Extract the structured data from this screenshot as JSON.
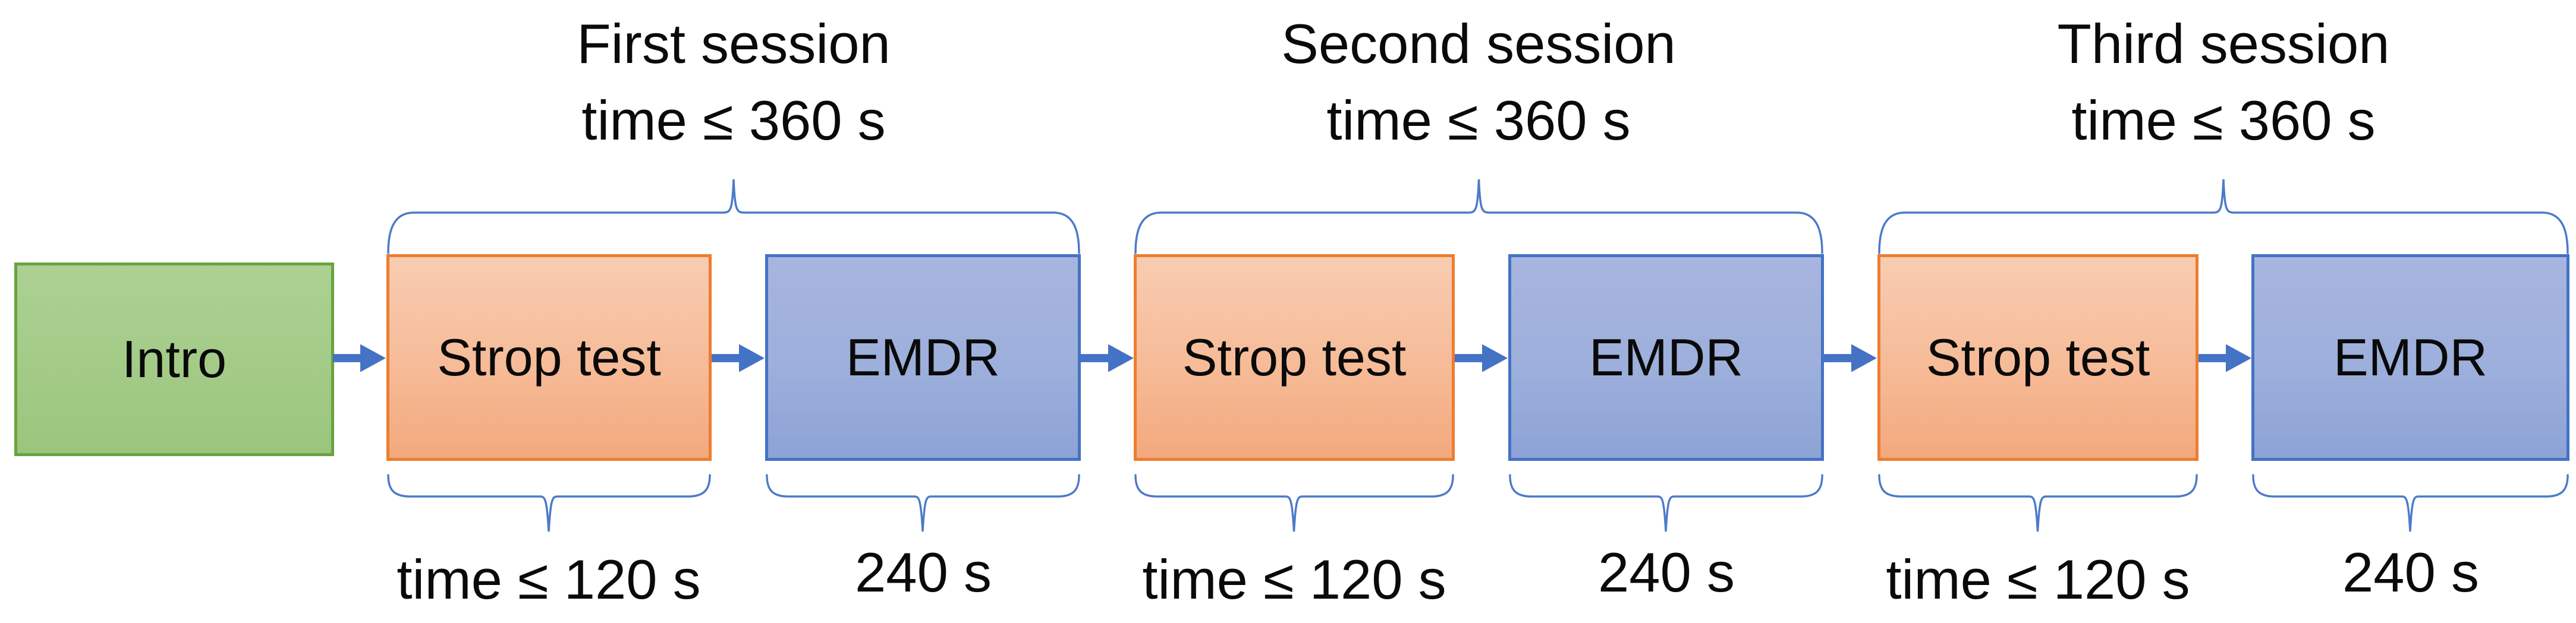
{
  "diagram": {
    "intro_label": "Intro",
    "sessions": [
      {
        "title": "First session",
        "subtitle": "time ≤ 360 s",
        "stroop": {
          "label": "Strop test",
          "time": "time ≤ 120 s"
        },
        "emdr": {
          "label": "EMDR",
          "time": "240 s"
        }
      },
      {
        "title": "Second session",
        "subtitle": "time ≤ 360 s",
        "stroop": {
          "label": "Strop test",
          "time": "time ≤ 120 s"
        },
        "emdr": {
          "label": "EMDR",
          "time": "240 s"
        }
      },
      {
        "title": "Third session",
        "subtitle": "time ≤ 360 s",
        "stroop": {
          "label": "Strop test",
          "time": "time ≤ 120 s"
        },
        "emdr": {
          "label": "EMDR",
          "time": "240 s"
        }
      }
    ],
    "colors": {
      "intro_fill_top": "#acd193",
      "intro_fill_bottom": "#9bc57c",
      "intro_border": "#69a33f",
      "stroop_fill_top": "#f8ccb2",
      "stroop_fill_bottom": "#f3a87d",
      "stroop_border": "#ed7d31",
      "emdr_fill_top": "#a7b5df",
      "emdr_fill_bottom": "#8da2d6",
      "emdr_border": "#4472c4",
      "arrow": "#4472c4",
      "brace": "#4d7ac9",
      "text": "#000000",
      "background": "#ffffff"
    }
  }
}
